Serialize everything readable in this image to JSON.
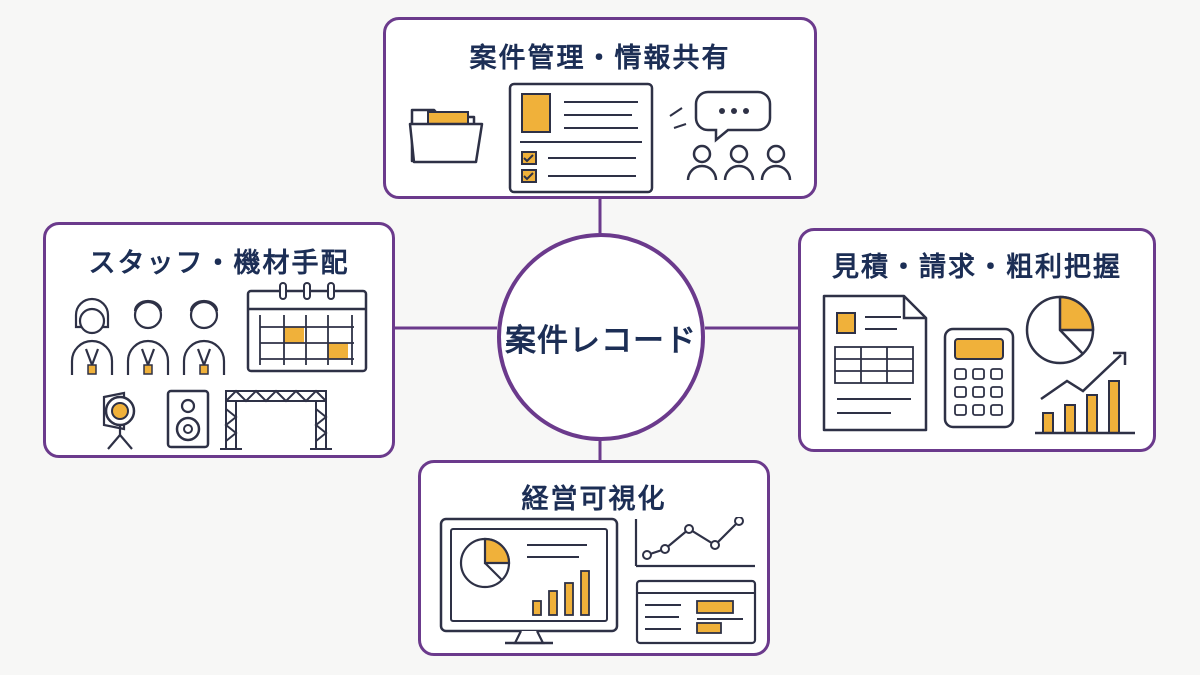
{
  "center": {
    "label": "案件レコード"
  },
  "nodes": {
    "top": {
      "title": "案件管理・情報共有"
    },
    "left": {
      "title": "スタッフ・機材手配"
    },
    "right": {
      "title": "見積・請求・粗利把握"
    },
    "bottom": {
      "title": "経営可視化"
    }
  },
  "icons": {
    "top": [
      "folder-icon",
      "project-document-icon",
      "chat-bubble-icon",
      "team-icon"
    ],
    "left": [
      "staff-icon",
      "schedule-calendar-icon",
      "spotlight-icon",
      "speaker-icon",
      "truss-stage-icon"
    ],
    "right": [
      "invoice-document-icon",
      "calculator-icon",
      "pie-chart-icon",
      "bar-growth-chart-icon"
    ],
    "bottom": [
      "dashboard-monitor-icon",
      "line-chart-icon",
      "report-panel-icon"
    ]
  },
  "colors": {
    "border": "#6b3a8c",
    "accent": "#f0b13a",
    "ink": "#2e3146",
    "title": "#1c2e55"
  }
}
